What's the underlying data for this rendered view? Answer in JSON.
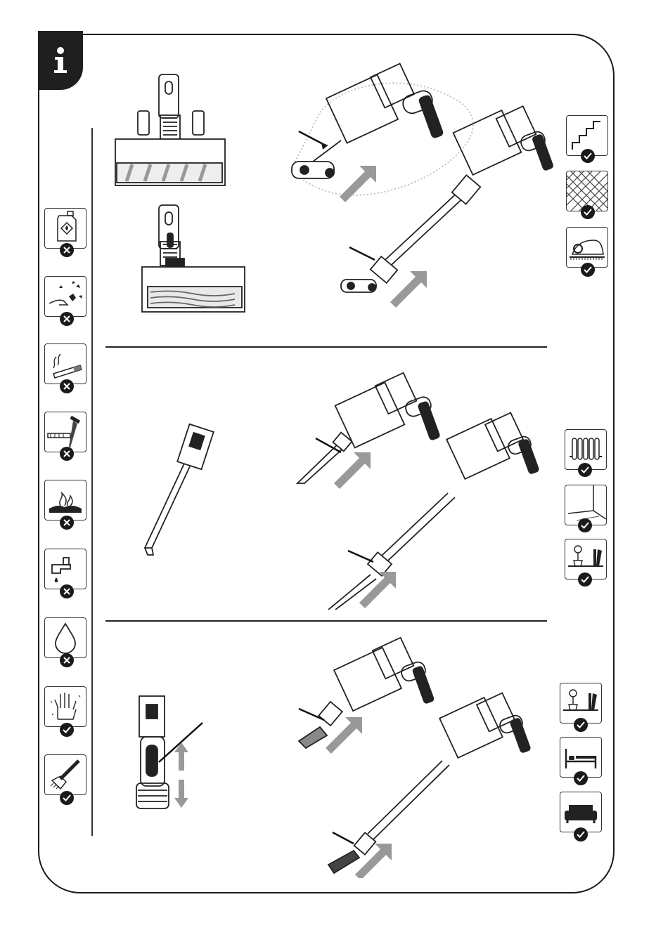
{
  "page": {
    "info_symbol": "i"
  },
  "left_warnings": [
    {
      "name": "flammable-liquid-icon",
      "status": "prohibited"
    },
    {
      "name": "broken-glass-icon",
      "status": "prohibited"
    },
    {
      "name": "cigarette-icon",
      "status": "prohibited"
    },
    {
      "name": "nails-screws-icon",
      "status": "prohibited"
    },
    {
      "name": "hot-ashes-icon",
      "status": "prohibited"
    },
    {
      "name": "water-tap-icon",
      "status": "prohibited"
    },
    {
      "name": "liquid-drop-icon",
      "status": "prohibited"
    },
    {
      "name": "hands-gloves-icon",
      "status": "allowed"
    },
    {
      "name": "cleaning-brush-icon",
      "status": "allowed"
    }
  ],
  "right_uses": [
    {
      "name": "stairs-icon",
      "status": "allowed"
    },
    {
      "name": "parquet-floor-icon",
      "status": "allowed"
    },
    {
      "name": "carpet-icon",
      "status": "allowed"
    },
    {
      "name": "radiator-icon",
      "status": "allowed"
    },
    {
      "name": "room-corner-icon",
      "status": "allowed"
    },
    {
      "name": "shelf-icon",
      "status": "allowed"
    },
    {
      "name": "shelf-icon",
      "status": "allowed"
    },
    {
      "name": "bed-icon",
      "status": "allowed"
    },
    {
      "name": "sofa-icon",
      "status": "allowed"
    }
  ],
  "sections": [
    {
      "name": "floor-brush-section",
      "accessory": "floor-brush"
    },
    {
      "name": "crevice-tool-section",
      "accessory": "crevice-tool"
    },
    {
      "name": "dusting-brush-section",
      "accessory": "dusting-brush"
    }
  ]
}
